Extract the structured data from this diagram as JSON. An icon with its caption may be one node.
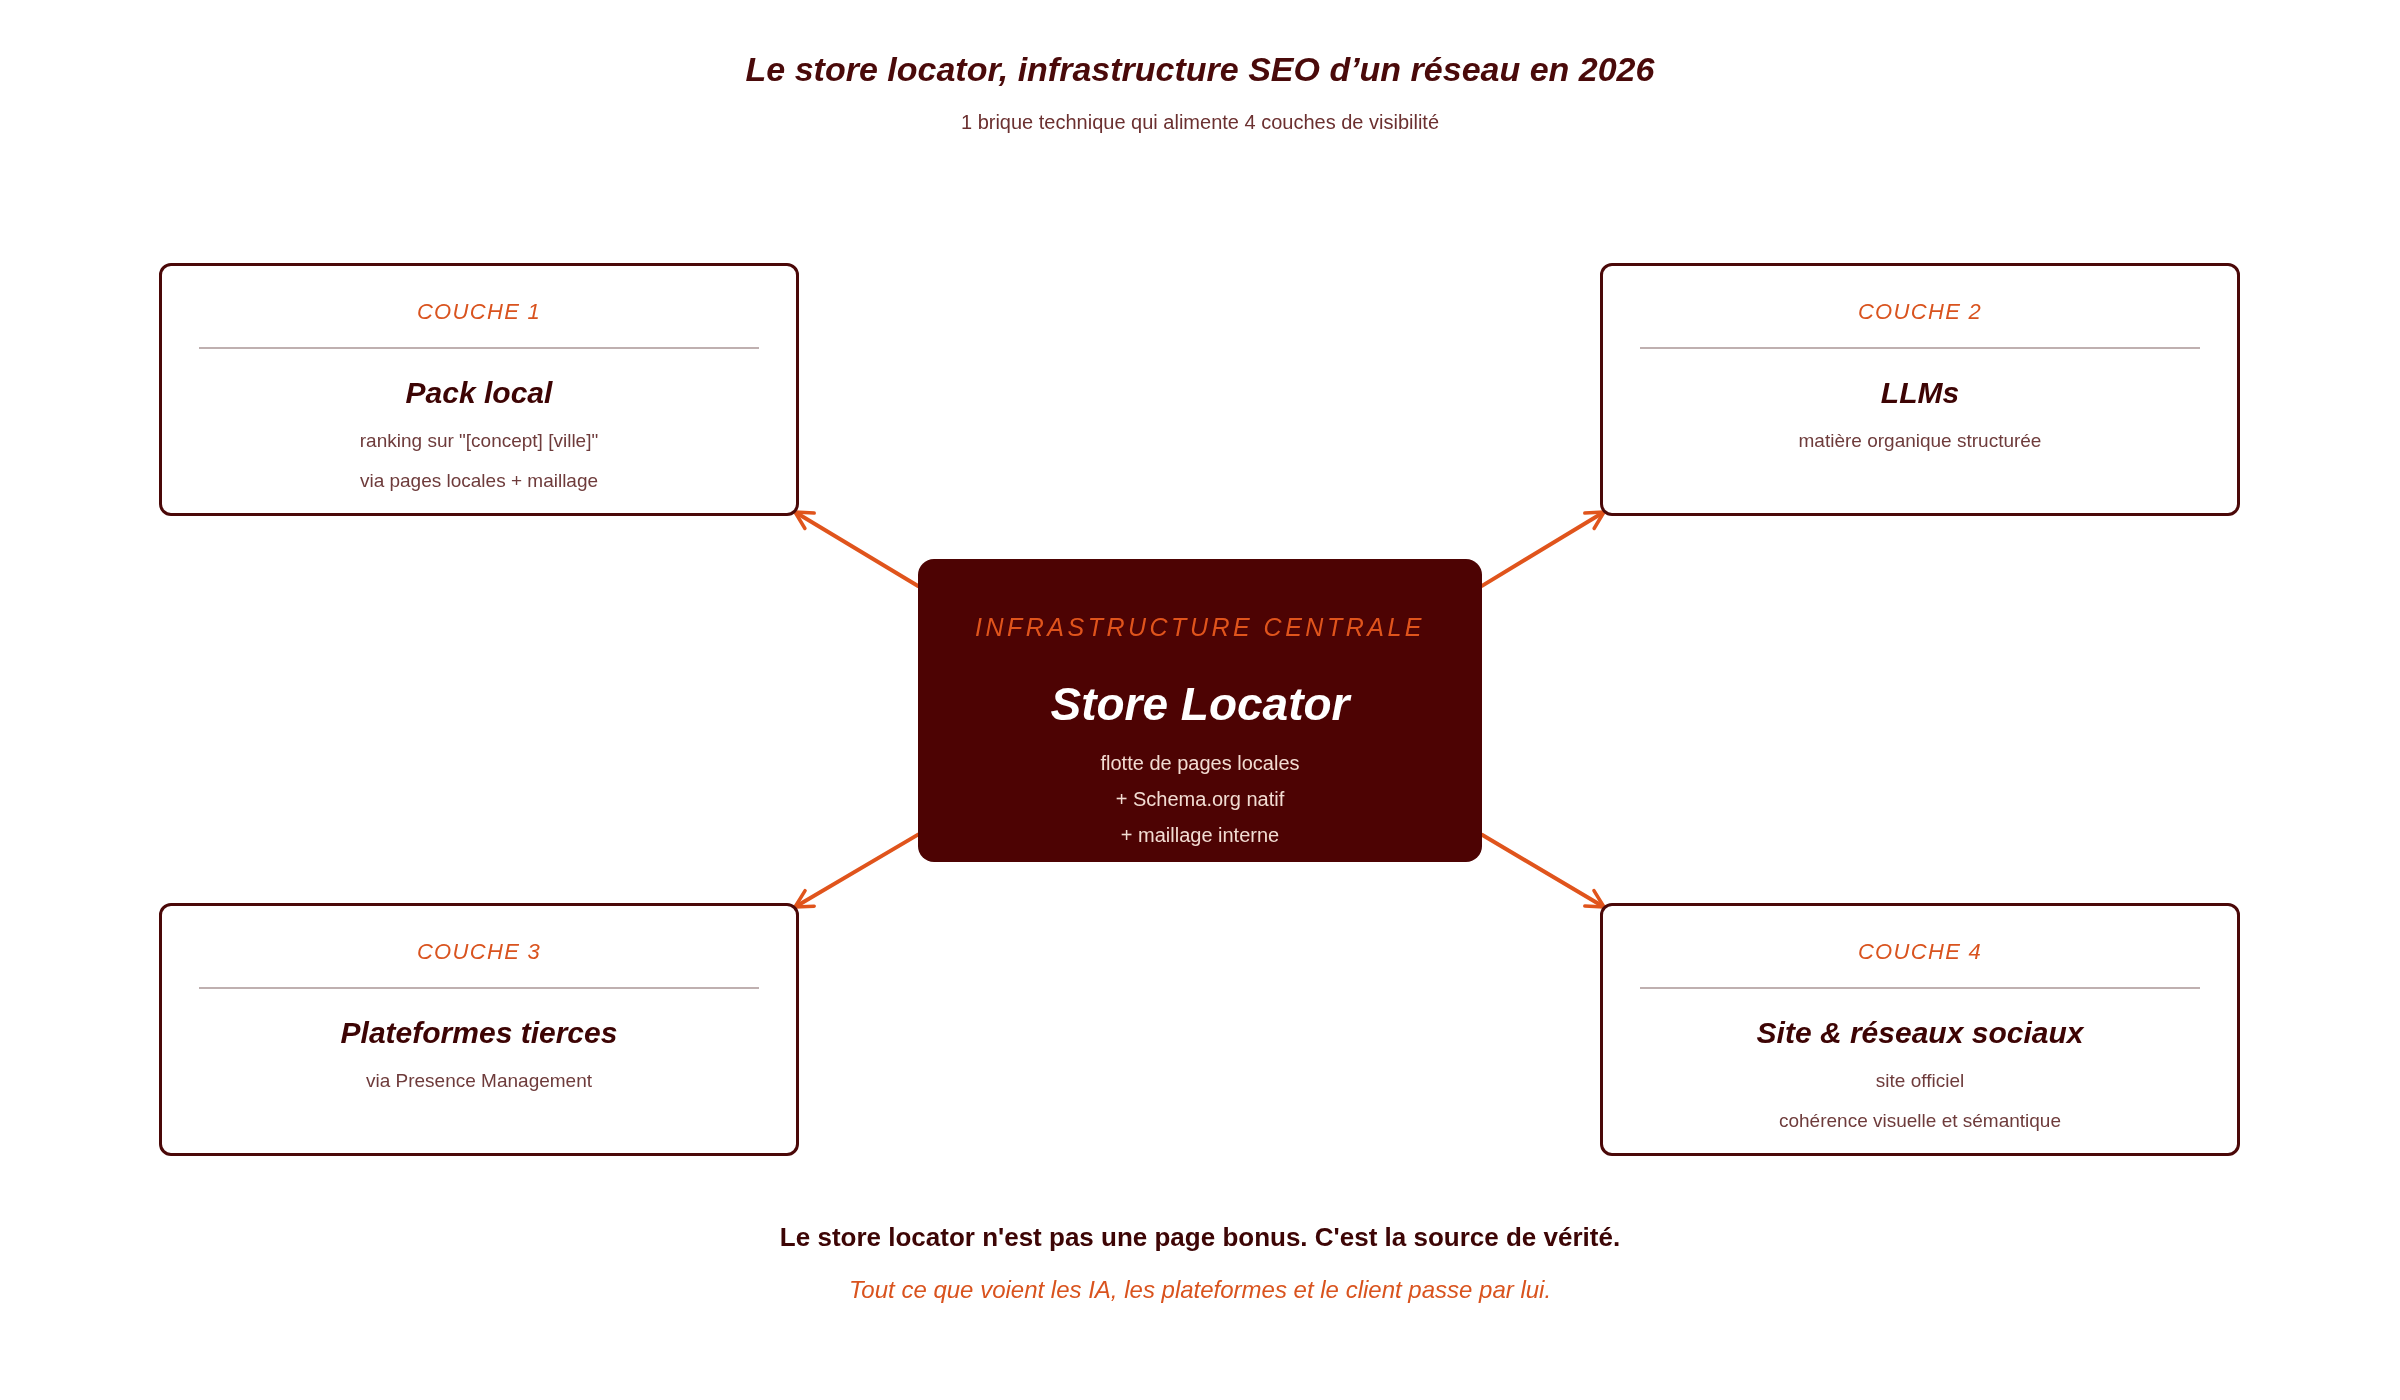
{
  "diagram": {
    "title": "Le store locator, infrastructure SEO d’un réseau en 2026",
    "nodes": [
      {
        "text": [
          "INFRASTRUCTURE CENTRALE",
          "Store Locator",
          "flotte de pages locales",
          "+ Schema.org natif",
          "+ maillage interne"
        ]
      },
      {
        "text": [
          "COUCHE 1",
          "Pack local",
          "ranking sur \"[concept] [ville]\"",
          "via pages locales + maillage"
        ]
      },
      {
        "text": [
          "COUCHE 2",
          "LLMs",
          "matière organique structurée"
        ]
      },
      {
        "text": [
          "COUCHE 3",
          "Plateformes tierces",
          "via Presence Management"
        ]
      },
      {
        "text": [
          "COUCHE 4",
          "Site & réseaux sociaux",
          "site officiel",
          "cohérence visuelle et sémantique"
        ]
      }
    ],
    "edges": [
      {
        "from": 0,
        "to": 1,
        "arrow": "to"
      },
      {
        "from": 0,
        "to": 2,
        "arrow": "to"
      },
      {
        "from": 0,
        "to": 3,
        "arrow": "to"
      },
      {
        "from": 0,
        "to": 4,
        "arrow": "to"
      }
    ],
    "labels": [
      "1 brique technique qui alimente 4 couches de visibilité",
      "Le store locator n'est pas une page bonus. C'est la source de vérité.",
      "Tout ce que voient les IA, les plateformes et le client passe par lui."
    ]
  }
}
